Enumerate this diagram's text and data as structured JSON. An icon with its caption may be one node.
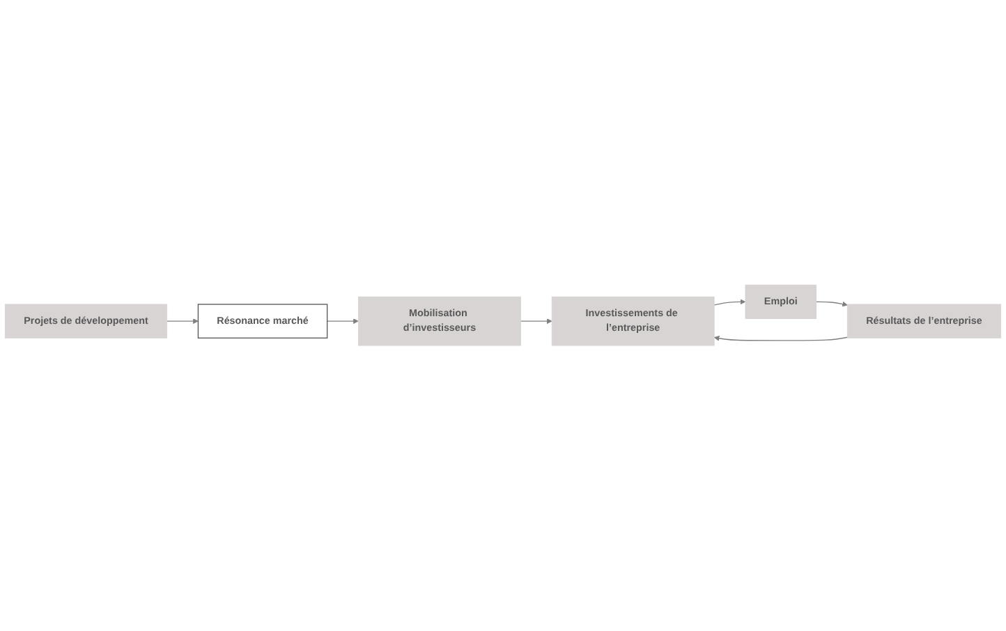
{
  "diagram": {
    "nodes": [
      {
        "text": [
          "Projets de développement"
        ]
      },
      {
        "text": [
          "Résonance marché"
        ]
      },
      {
        "text": [
          "Mobilisation d’investisseurs"
        ]
      },
      {
        "text": [
          "Investissements de l’entreprise"
        ]
      },
      {
        "text": [
          "Emploi"
        ]
      },
      {
        "text": [
          "Résultats de l’entreprise"
        ]
      }
    ],
    "edges": [
      {
        "from": 0,
        "to": 1,
        "arrow": "to"
      },
      {
        "from": 1,
        "to": 2,
        "arrow": "to"
      },
      {
        "from": 2,
        "to": 3,
        "arrow": "to"
      },
      {
        "from": 3,
        "to": 4,
        "arrow": "to"
      },
      {
        "from": 4,
        "to": 5,
        "arrow": "to"
      },
      {
        "from": 5,
        "to": 3,
        "arrow": "to"
      }
    ]
  }
}
